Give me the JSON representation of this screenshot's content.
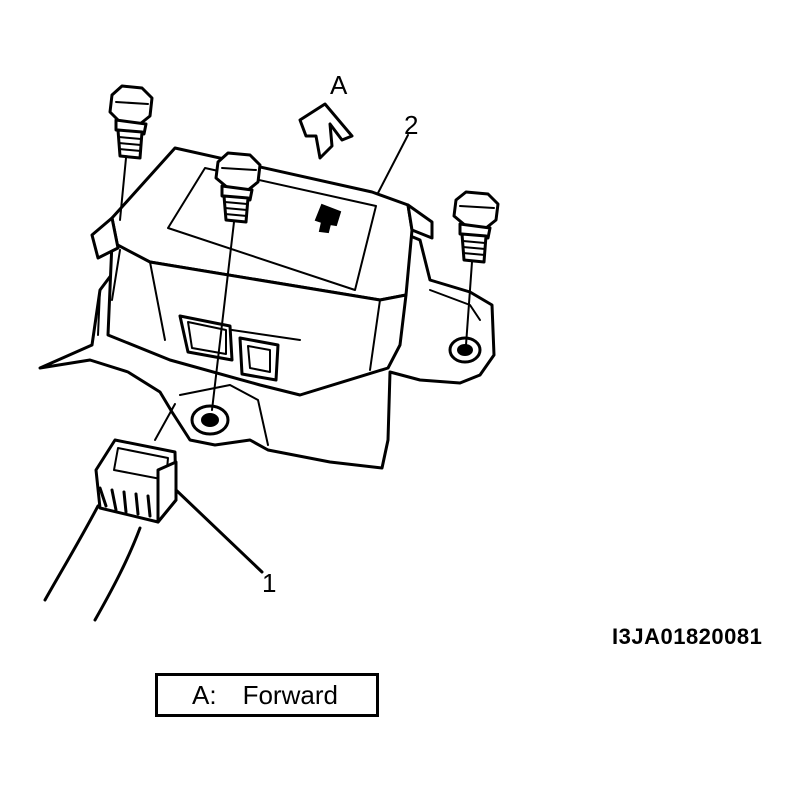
{
  "diagram": {
    "callouts": {
      "arrow_label": "A",
      "connector_label": "1",
      "module_label": "2"
    },
    "figure_id": "I3JA01820081",
    "legend": {
      "key": "A:",
      "value": "Forward"
    }
  }
}
